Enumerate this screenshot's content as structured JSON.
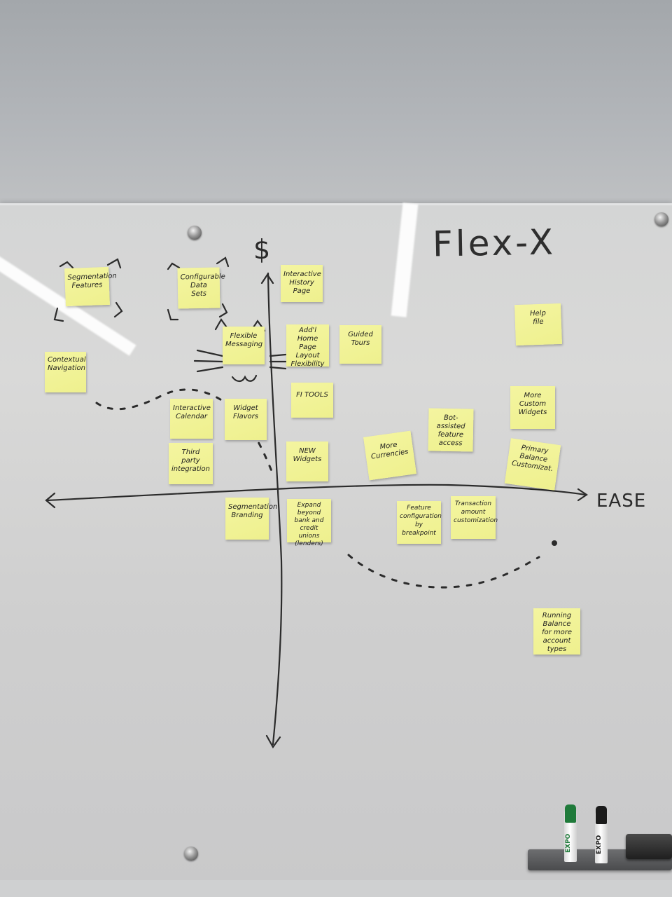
{
  "board": {
    "title": "Flex-X",
    "y_axis_label": "$",
    "x_axis_label": "EASE"
  },
  "notes": [
    {
      "id": "segmentation-features",
      "text": "Segmentation\nFeatures"
    },
    {
      "id": "configurable-data-sets",
      "text": "Configurable\nData\nSets"
    },
    {
      "id": "interactive-history-page",
      "text": "Interactive\nHistory\nPage"
    },
    {
      "id": "help-file",
      "text": "Help\nfile"
    },
    {
      "id": "flexible-messaging",
      "text": "Flexible\nMessaging"
    },
    {
      "id": "add-home-page-layout-flexibility",
      "text": "Add'l\nHome Page\nLayout\nFlexibility"
    },
    {
      "id": "guided-tours",
      "text": "Guided\nTours"
    },
    {
      "id": "contextual-navigation",
      "text": "Contextual\nNavigation"
    },
    {
      "id": "fi-tools",
      "text": "FI TOOLS"
    },
    {
      "id": "more-custom-widgets",
      "text": "More\nCustom\nWidgets"
    },
    {
      "id": "interactive-calendar",
      "text": "Interactive\nCalendar"
    },
    {
      "id": "widget-flavors",
      "text": "Widget\nFlavors"
    },
    {
      "id": "bot-assisted-feature-access",
      "text": "Bot-assisted\nfeature\naccess"
    },
    {
      "id": "third-party-integration",
      "text": "Third\nparty\nintegration"
    },
    {
      "id": "new-widgets",
      "text": "NEW\nWidgets"
    },
    {
      "id": "more-currencies",
      "text": "More\nCurrencies"
    },
    {
      "id": "primary-balance-customization",
      "text": "Primary\nBalance\nCustomizat."
    },
    {
      "id": "segmentation-branding",
      "text": "Segmentation\nBranding"
    },
    {
      "id": "expand-beyond-bank",
      "text": "Expand\nbeyond\nbank and\ncredit unions\n(lenders)"
    },
    {
      "id": "feature-configuration-by-breakpoint",
      "text": "Feature\nconfiguration\nby\nbreakpoint"
    },
    {
      "id": "transaction-amount-customization",
      "text": "Transaction\namount\ncustomization"
    },
    {
      "id": "running-balance",
      "text": "Running\nBalance\nfor more\naccount\ntypes"
    }
  ],
  "tray": {
    "markers": [
      {
        "brand": "EXPO",
        "cap_color": "#1f7a3a"
      },
      {
        "brand": "EXPO",
        "cap_color": "#1a1a1a"
      }
    ]
  }
}
